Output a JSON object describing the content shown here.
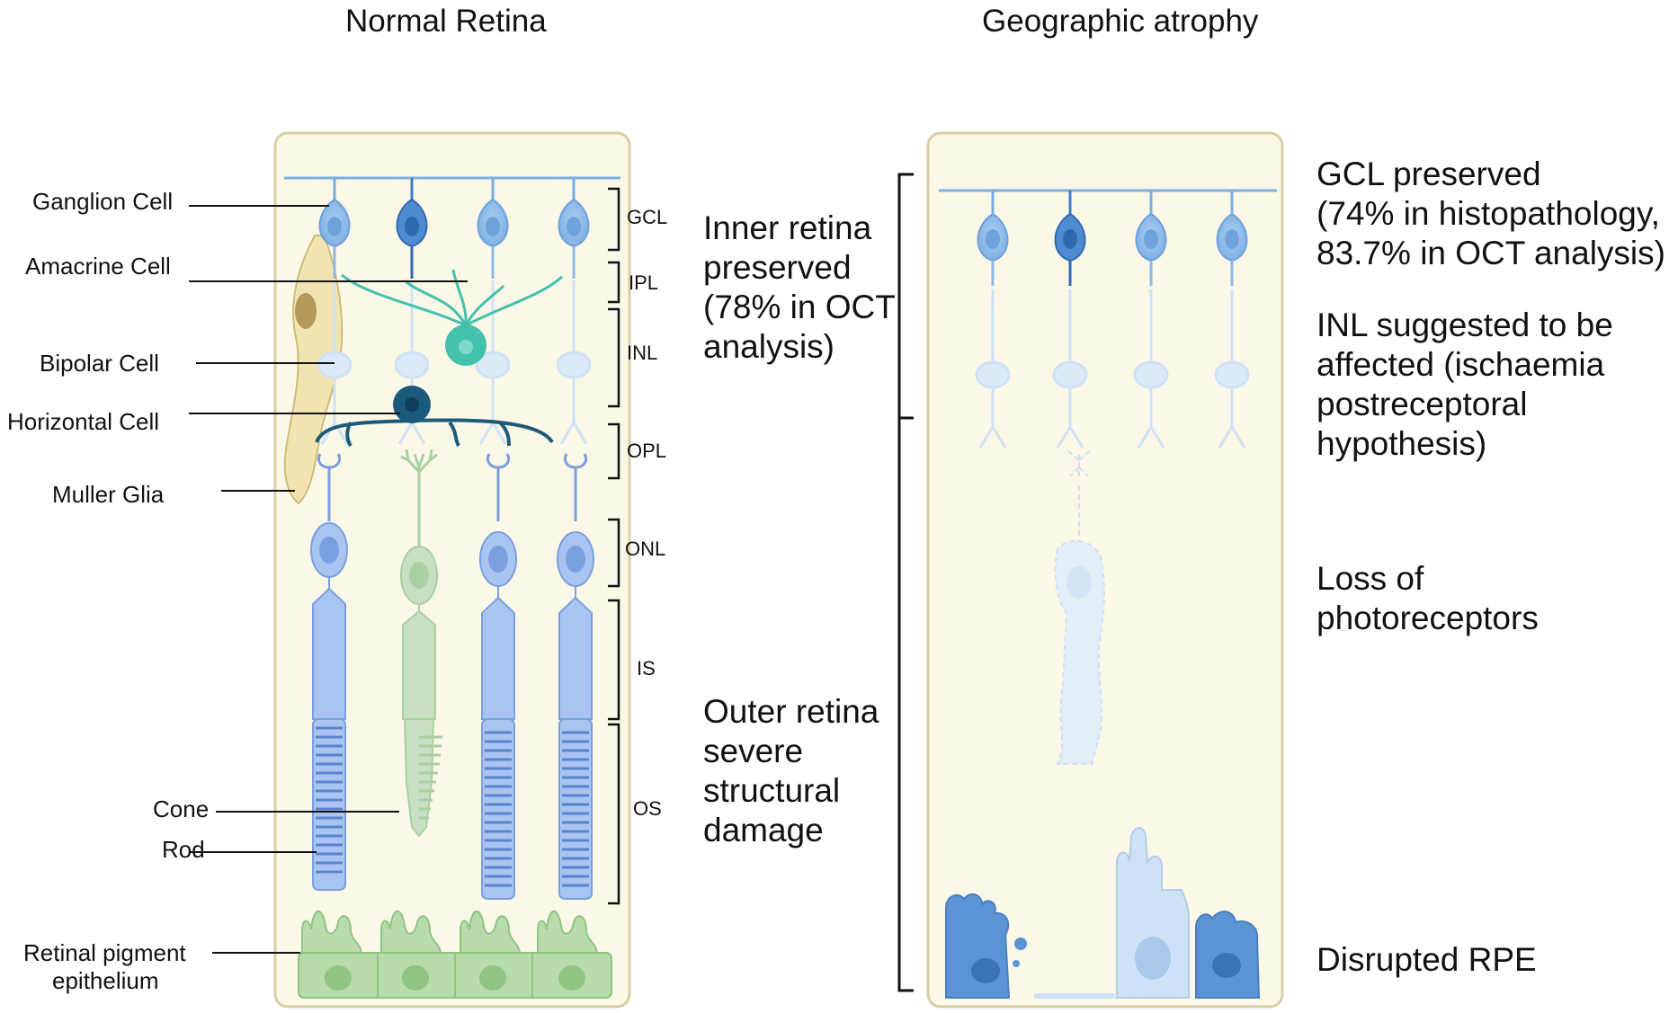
{
  "titles": {
    "left": "Normal Retina",
    "right": "Geographic atrophy"
  },
  "cell_labels": {
    "ganglion": "Ganglion Cell",
    "amacrine": "Amacrine Cell",
    "bipolar": "Bipolar Cell",
    "horizontal": "Horizontal Cell",
    "muller": "Muller Glia",
    "cone": "Cone",
    "rod": "Rod",
    "rpe_line1": "Retinal pigment",
    "rpe_line2": "epithelium"
  },
  "layers": [
    "GCL",
    "IPL",
    "INL",
    "OPL",
    "ONL",
    "IS",
    "OS"
  ],
  "middle": {
    "inner": [
      "Inner retina",
      "preserved",
      "(78% in OCT",
      "analysis)"
    ],
    "outer": [
      "Outer retina",
      "severe",
      "structural",
      "damage"
    ]
  },
  "notes": {
    "gcl": [
      "GCL preserved",
      "(74% in histopathology,",
      "83.7% in OCT analysis)"
    ],
    "inl": [
      "INL suggested to be",
      "affected (ischaemia",
      "postreceptoral",
      "hypothesis)"
    ],
    "photoreceptors": [
      "Loss of",
      "photoreceptors"
    ],
    "rpe": [
      "Disrupted RPE"
    ]
  },
  "colors": {
    "panel_fill": "#fbf8e8",
    "panel_border": "#d8cfa8",
    "ganglion": "#8fb8e6",
    "ganglion_dark": "#4f8bd0",
    "amacrine": "#43c1ad",
    "horizontal": "#1b5a7a",
    "bipolar": "#cfe2f5",
    "rod": "#a9c4f0",
    "cone": "#c8e0c2",
    "rpe": "#b7dbaa",
    "rpe_ga_dark": "#5b93d4",
    "rpe_ga_light": "#cfe2f5",
    "muller": "#f2e4b0"
  }
}
